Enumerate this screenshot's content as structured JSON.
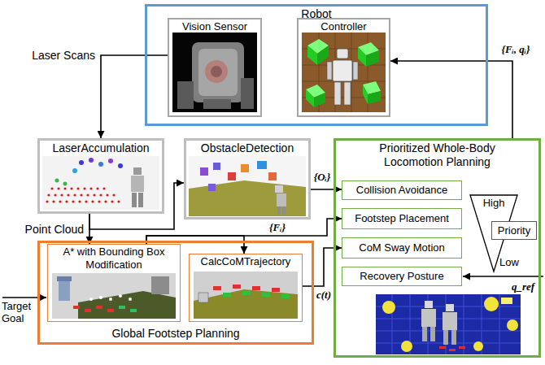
{
  "diagram": {
    "nodes": [
      {
        "text": [
          "Robot"
        ]
      },
      {
        "text": [
          "Vision Sensor"
        ],
        "in": 0
      },
      {
        "text": [
          "Controller"
        ],
        "in": 0
      },
      {
        "text": [
          "LaserAccumulation"
        ]
      },
      {
        "text": [
          "ObstacleDetection"
        ]
      },
      {
        "text": [
          "Prioritized Whole-Body Locomotion Planning"
        ]
      },
      {
        "text": [
          "Collision Avoidance"
        ],
        "in": 5
      },
      {
        "text": [
          "Footstep Placement"
        ],
        "in": 5
      },
      {
        "text": [
          "CoM Sway Motion"
        ],
        "in": 5
      },
      {
        "text": [
          "Recovery Posture"
        ],
        "in": 5
      },
      {
        "text": [
          "Priority"
        ],
        "in": 5
      },
      {
        "text": [
          "Global Footstep Planning"
        ]
      },
      {
        "text": [
          "A* with Bounding Box Modification"
        ],
        "in": 11
      },
      {
        "text": [
          "CalcCoMTrajectory"
        ],
        "in": 11
      }
    ],
    "edges": [
      {
        "from": 1,
        "to": 3,
        "label": "Laser Scans",
        "arrow": "to"
      },
      {
        "from": 3,
        "to": 4,
        "arrow": "to"
      },
      {
        "from": 3,
        "to": 12,
        "label": "Point Cloud",
        "arrow": "to"
      },
      {
        "from": 4,
        "to": 6,
        "label": "{Oᵢ}",
        "arrow": "to"
      },
      {
        "from": 12,
        "to": 7,
        "label": "{Fᵢ}",
        "arrow": "to"
      },
      {
        "from": 12,
        "to": 13,
        "arrow": "to"
      },
      {
        "from": 13,
        "to": 8,
        "label": "c(t)",
        "arrow": "to"
      },
      {
        "from": 5,
        "to": 2,
        "label": "{Fᵢ, qᵢ}",
        "arrow": "to"
      }
    ],
    "labels": [
      "High",
      "Low",
      "Target Goal",
      "q_ref"
    ]
  }
}
